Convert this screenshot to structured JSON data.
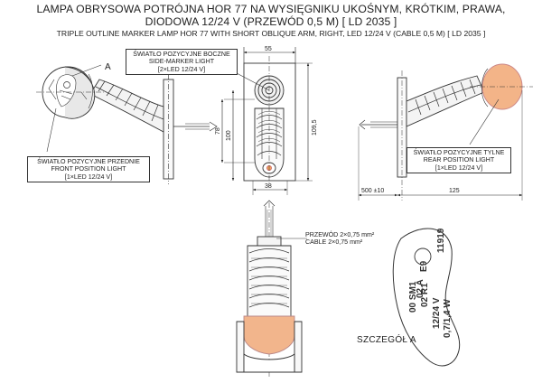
{
  "title": {
    "pl_line1": "LAMPA OBRYSOWA POTRÓJNA HOR 77 NA WYSIĘGNIKU UKOŚNYM, KRÓTKIM, PRAWA,",
    "pl_line2": "DIODOWA 12/24 V (PRZEWÓD 0,5 M) [ LD 2035 ]",
    "en": "TRIPLE OUTLINE MARKER LAMP HOR 77 WITH SHORT OBLIQUE ARM, RIGHT, LED 12/24 V (CABLE 0,5 M) [ LD 2035 ]"
  },
  "labels": {
    "side_marker": [
      "ŚWIATŁO POZYCYJNE BOCZNE",
      "SIDE-MARKER LIGHT",
      "[2×LED 12/24 V]"
    ],
    "front_position": [
      "ŚWIATŁO POZYCYJNE PRZEDNIE",
      "FRONT POSITION LIGHT",
      "[1×LED 12/24 V]"
    ],
    "rear_position": [
      "ŚWIATŁO POZYCYJNE TYLNE",
      "REAR POSITION LIGHT",
      "[1×LED 12/24 V]"
    ],
    "cable": [
      "PRZEWÓD 2×0,75 mm²",
      "CABLE 2×0,75 mm²"
    ],
    "detail_marker": "A",
    "detail_title": "SZCZEGÓŁ A"
  },
  "dimensions": {
    "width_top": "55",
    "height_78": "78",
    "height_100": "100",
    "height_1095": "109,5",
    "width_38": "38",
    "cable_len": "500 ±10",
    "arm_len": "125"
  },
  "detail_a": {
    "approval": "11919",
    "e_mark": "E9",
    "codes1": "02 A",
    "codes2": "00 SM1",
    "codes3": "02 R1",
    "voltage": "12/24 V",
    "power": "0,7/1,4 W"
  }
}
